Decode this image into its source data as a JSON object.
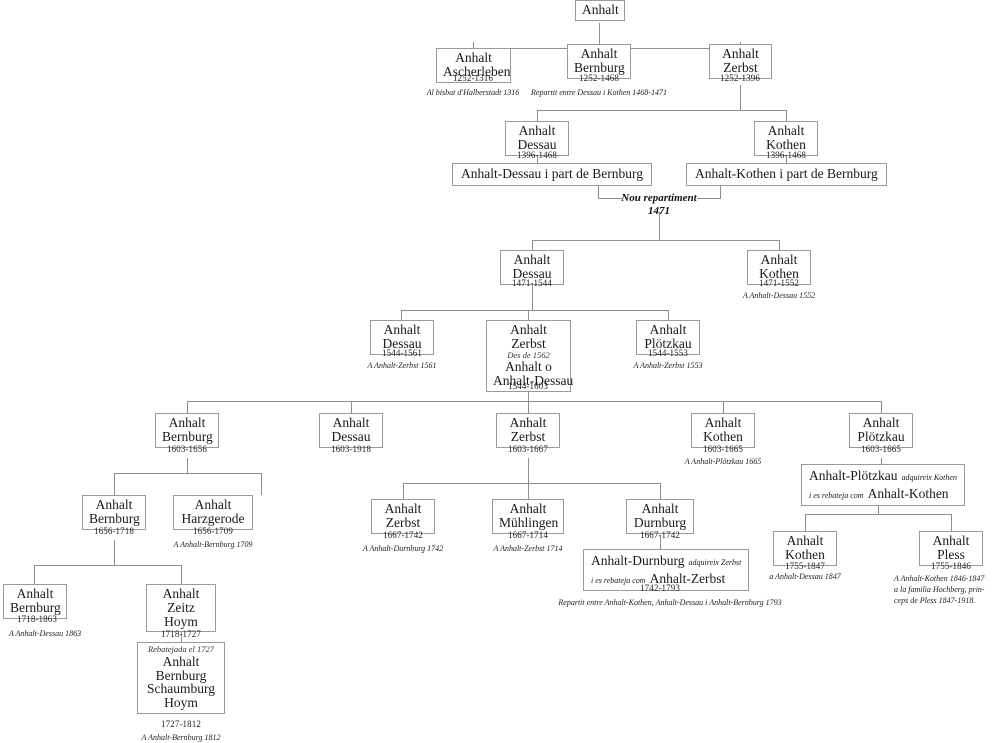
{
  "diagram": {
    "title": "Anhalt",
    "language": "ca",
    "root": {
      "label": "Anhalt"
    },
    "repartiment": {
      "label": "Nou repartiment",
      "year": "1471"
    },
    "nodes": [
      {
        "id": "anhalt",
        "lines": [
          "Anhalt"
        ]
      },
      {
        "id": "ascherleben",
        "lines": [
          "Anhalt",
          "Ascherleben"
        ],
        "years": "1252-1316",
        "note": "Al bisbat d'Halberstadt 1316"
      },
      {
        "id": "bernburg-1252",
        "lines": [
          "Anhalt",
          "Bernburg"
        ],
        "years": "1252-1468",
        "note": "Repartit entre Dessau i Kothen 1468-1471"
      },
      {
        "id": "zerbst-1252",
        "lines": [
          "Anhalt",
          "Zerbst"
        ],
        "years": "1252-1396"
      },
      {
        "id": "dessau-1396",
        "lines": [
          "Anhalt",
          "Dessau"
        ],
        "years": "1396-1468"
      },
      {
        "id": "kothen-1396",
        "lines": [
          "Anhalt",
          "Kothen"
        ],
        "years": "1396-1468"
      },
      {
        "id": "dessau-part",
        "wide": "Anhalt-Dessau i part de Bernburg"
      },
      {
        "id": "kothen-part",
        "wide": "Anhalt-Kothen i part de Bernburg"
      },
      {
        "id": "dessau-1471",
        "lines": [
          "Anhalt",
          "Dessau"
        ],
        "years": "1471-1544"
      },
      {
        "id": "kothen-1471",
        "lines": [
          "Anhalt",
          "Kothen"
        ],
        "years": "1471-1552",
        "note": "A Anhalt-Dessau 1552"
      },
      {
        "id": "dessau-1544",
        "lines": [
          "Anhalt",
          "Dessau"
        ],
        "years": "1544-1561",
        "note": "A Anhalt-Zerbst 1561"
      },
      {
        "id": "zerbst-1544",
        "lines": [
          "Anhalt",
          "Zerbst"
        ],
        "sub": "Des de 1562",
        "lines2": [
          "Anhalt o",
          "Anhalt-Dessau"
        ],
        "years": "1544-1603"
      },
      {
        "id": "plotzkau-1544",
        "lines": [
          "Anhalt",
          "Plötzkau"
        ],
        "years": "1544-1553",
        "note": "A Anhalt-Zerbst 1553"
      },
      {
        "id": "bernburg-1603",
        "lines": [
          "Anhalt",
          "Bernburg"
        ],
        "years": "1603-1656"
      },
      {
        "id": "dessau-1603",
        "lines": [
          "Anhalt",
          "Dessau"
        ],
        "years": "1603-1918"
      },
      {
        "id": "zerbst-1603",
        "lines": [
          "Anhalt",
          "Zerbst"
        ],
        "years": "1603-1667"
      },
      {
        "id": "kothen-1603",
        "lines": [
          "Anhalt",
          "Kothen"
        ],
        "years": "1603-1665",
        "note": "A Anhalt-Plötzkau 1665"
      },
      {
        "id": "plotzkau-1603",
        "lines": [
          "Anhalt",
          "Plötzkau"
        ],
        "years": "1603-1665"
      },
      {
        "id": "plotzkau-merge",
        "merge": {
          "big1": "Anhalt-Plötzkau",
          "tiny1": "adquireix Kothen",
          "tiny2": "i es rebateja com",
          "big2": "Anhalt-Kothen"
        }
      },
      {
        "id": "bernburg-1656",
        "lines": [
          "Anhalt",
          "Bernburg"
        ],
        "years": "1656-1718"
      },
      {
        "id": "harzgerode-1656",
        "lines": [
          "Anhalt",
          "Harzgerode"
        ],
        "years": "1656-1709",
        "note": "A Anhalt-Bernburg 1709"
      },
      {
        "id": "zerbst-1667",
        "lines": [
          "Anhalt",
          "Zerbst"
        ],
        "years": "1667-1742",
        "note": "A Anhalt-Durnburg 1742"
      },
      {
        "id": "muhlingen-1667",
        "lines": [
          "Anhalt",
          "Mühlingen"
        ],
        "years": "1667-1714",
        "note": "A Anhalt-Zerbst 1714"
      },
      {
        "id": "durnburg-1667",
        "lines": [
          "Anhalt",
          "Durnburg"
        ],
        "years": "1667-1742"
      },
      {
        "id": "durnburg-merge",
        "merge": {
          "big1": "Anhalt-Durnburg",
          "tiny1": "adquireix Zerbst",
          "tiny2": "i es rebateja com",
          "big2": "Anhalt-Zerbst"
        },
        "years": "1742-1793",
        "note": "Repartit entre Anhalt-Kothen, Anhalt-Dessau i Anhalt-Bernburg 1793"
      },
      {
        "id": "kothen-1755",
        "lines": [
          "Anhalt",
          "Kothen"
        ],
        "years": "1755-1847",
        "note": "a Anhalt-Dessau 1847"
      },
      {
        "id": "pless-1755",
        "lines": [
          "Anhalt",
          "Pless"
        ],
        "years": "1755-1846",
        "note": "A Anhalt-Kothen 1846-1847\na la familia Hochberg, prin-\nceps de Pless  1847-1918."
      },
      {
        "id": "bernburg-1718",
        "lines": [
          "Anhalt",
          "Bernburg"
        ],
        "years": "1718-1863",
        "note": "A Anhalt-Dessau 1863"
      },
      {
        "id": "zeitz-hoym-1718",
        "lines": [
          "Anhalt",
          "Zeitz",
          "Hoym"
        ],
        "years": "1718-1727"
      },
      {
        "id": "bernburg-schaumburg-hoym",
        "sub": "Rebatejada el 1727",
        "lines2": [
          "Anhalt",
          "Bernburg",
          "Schaumburg",
          "Hoym"
        ],
        "years": "1727-1812",
        "note": "A Anhalt-Bernburg 1812"
      }
    ]
  }
}
